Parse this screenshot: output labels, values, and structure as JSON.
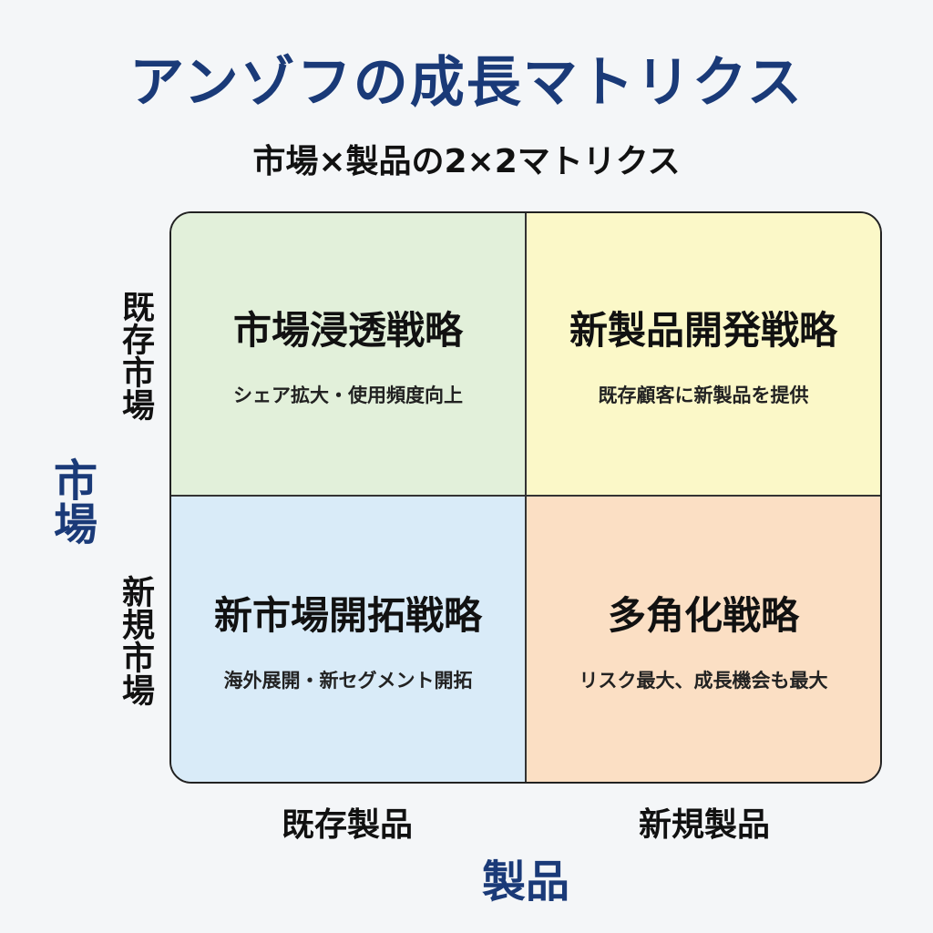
{
  "title": "アンゾフの成長マトリクス",
  "subtitle": "市場×製品の2×2マトリクス",
  "axes": {
    "market": "市場",
    "product": "製品"
  },
  "rows": {
    "existing_market": "既存市場",
    "new_market": "新規市場"
  },
  "columns": {
    "existing_product": "既存製品",
    "new_product": "新規製品"
  },
  "quadrants": {
    "top_left": {
      "title": "市場浸透戦略",
      "desc": "シェア拡大・使用頻度向上",
      "color": "#e2f0da"
    },
    "top_right": {
      "title": "新製品開発戦略",
      "desc": "既存顧客に新製品を提供",
      "color": "#fbf8c8"
    },
    "bottom_left": {
      "title": "新市場開拓戦略",
      "desc": "海外展開・新セグメント開拓",
      "color": "#d9ebf8"
    },
    "bottom_right": {
      "title": "多角化戦略",
      "desc": "リスク最大、成長機会も最大",
      "color": "#fbdfc4"
    }
  },
  "colors": {
    "accent": "#1a3a78"
  }
}
